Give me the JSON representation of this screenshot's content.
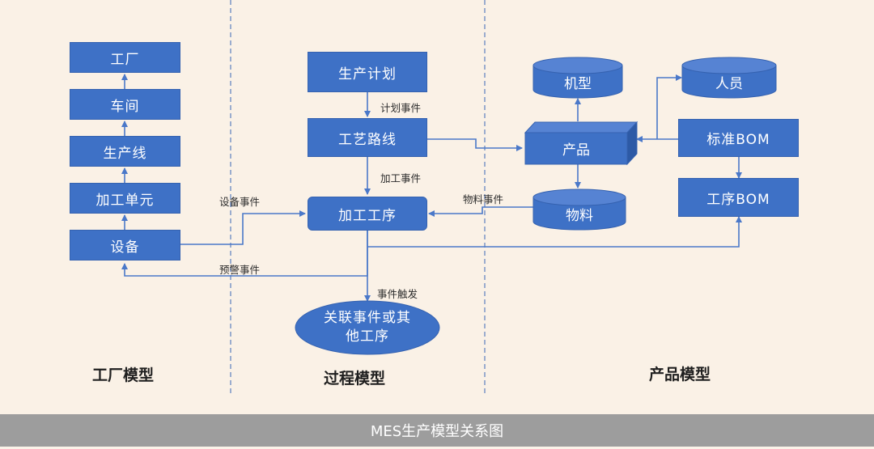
{
  "factory": {
    "nodes": [
      "工厂",
      "车间",
      "生产线",
      "加工单元",
      "设备"
    ],
    "title": "工厂模型"
  },
  "process": {
    "plan": "生产计划",
    "route": "工艺路线",
    "op": "加工工序",
    "related": [
      "关联事件或其",
      "他工序"
    ],
    "title": "过程模型"
  },
  "product": {
    "model": "机型",
    "personnel": "人员",
    "product": "产品",
    "std_bom": "标准BOM",
    "material": "物料",
    "proc_bom": "工序BOM",
    "title": "产品模型"
  },
  "labels": {
    "plan_event": "计划事件",
    "process_event": "加工事件",
    "equipment_event": "设备事件",
    "material_event": "物料事件",
    "alarm_event": "预警事件",
    "trigger": "事件触发"
  },
  "caption": "MES生产模型关系图",
  "colors": {
    "node": "#3e71c6",
    "line": "#4a78c9",
    "background": "#faf1e6",
    "caption_bar": "#9d9d9d"
  }
}
